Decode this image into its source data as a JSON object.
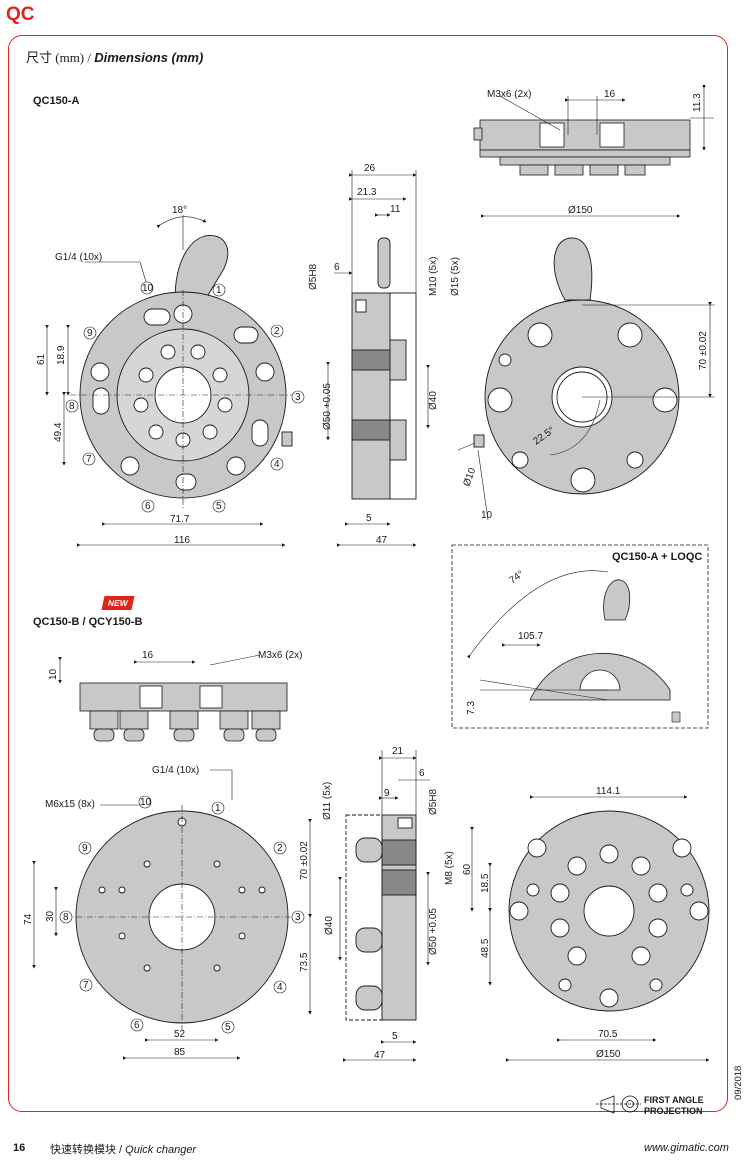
{
  "header": {
    "tag": "QC"
  },
  "title": {
    "cn": "尺寸 (mm) / ",
    "en": "Dimensions (mm)"
  },
  "models": {
    "a": "QC150-A",
    "b": "QC150-B / QCY150-B",
    "new_badge": "NEW",
    "loqc": "QC150-A + LOQC"
  },
  "dims_a": {
    "m3x6": "M3x6 (2x)",
    "d16": "16",
    "d113": "11.3",
    "d26": "26",
    "d213": "21.3",
    "d11": "11",
    "d6": "6",
    "d5h8": "Ø5H8",
    "m10": "M10 (5x)",
    "d15": "Ø15 (5x)",
    "d150": "Ø150",
    "d18": "18°",
    "g14": "G1/4 (10x)",
    "d61": "61",
    "d189": "18.9",
    "d494": "49.4",
    "d717": "71.7",
    "d116": "116",
    "d50": "Ø50 +0.05",
    "d40": "Ø40",
    "d5": "5",
    "d47": "47",
    "d70": "70 ±0.02",
    "d225": "22.5°",
    "d10dia": "Ø10",
    "d10": "10"
  },
  "dims_loqc": {
    "a74": "74°",
    "d1057": "105.7",
    "d73": "7.3"
  },
  "dims_b": {
    "d10": "10",
    "d16": "16",
    "m3x6": "M3x6 (2x)",
    "g14": "G1/4 (10x)",
    "m6": "M6x15 (8x)",
    "d74": "74",
    "d30": "30",
    "d70": "70 ±0.02",
    "d735": "73.5",
    "d52": "52",
    "d85": "85",
    "d21": "21",
    "d6": "6",
    "d9": "9",
    "d5h8": "Ø5H8",
    "d11": "Ø11 (5x)",
    "m8": "M8 (5x)",
    "d40": "Ø40",
    "d50": "Ø50 +0.05",
    "d5": "5",
    "d47": "47",
    "d1141": "114.1",
    "d185": "18.5",
    "d60": "60",
    "d485": "48.5",
    "d705": "70.5",
    "d150": "Ø150"
  },
  "ports": [
    "1",
    "2",
    "3",
    "4",
    "5",
    "6",
    "7",
    "8",
    "9",
    "10"
  ],
  "projection": {
    "line1": "FIRST ANGLE",
    "line2": "PROJECTION"
  },
  "footer": {
    "page": "16",
    "product_cn": "快速转换模块 / ",
    "product_en": "Quick changer",
    "website": "www.gimatic.com",
    "date": "09/2018"
  },
  "colors": {
    "accent": "#e2231a",
    "part": "#c8c8c8",
    "line": "#1a1a1a"
  }
}
